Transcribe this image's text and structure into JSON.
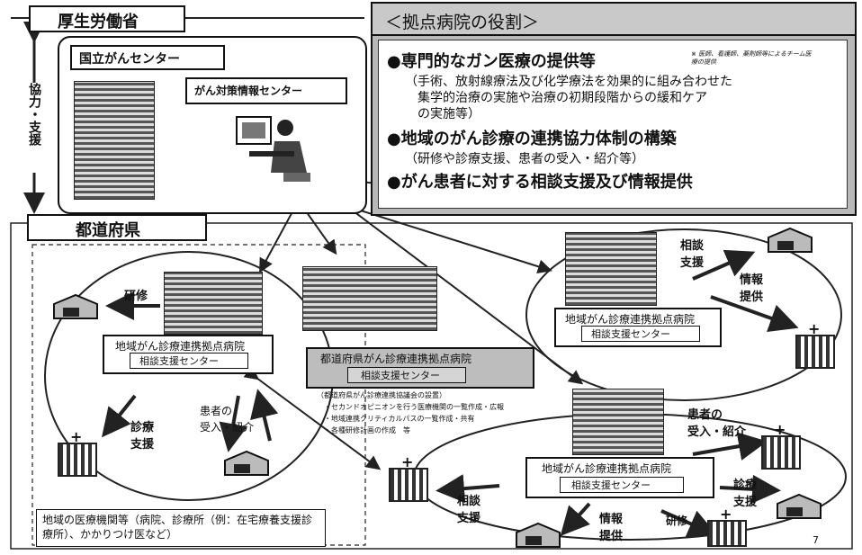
{
  "top": {
    "ministry": "厚生労働省",
    "cooperation": "協力・支援",
    "national_center": "国立がんセンター",
    "info_center": "がん対策情報センター",
    "prefecture": "都道府県"
  },
  "roles": {
    "title": "＜拠点病院の役割＞",
    "item1": "●専門的なガン医療の提供等",
    "item1_note": "※ 医師、看護師、薬剤師等によるチーム医療の提供",
    "item1_detail_1": "（手術、放射線療法及び化学療法を効果的に組み合わせた",
    "item1_detail_2": "集学的治療の実施や治療の初期段階からの緩和ケア",
    "item1_detail_3": "の実施等）",
    "item2": "●地域のがん診療の連携協力体制の構築",
    "item2_detail": "（研修や診療支援、患者の受入・紹介等）",
    "item3": "●がん患者に対する相談支援及び情報提供"
  },
  "left": {
    "training": "研修",
    "hospital": "地域がん診療連携拠点病院",
    "consult_center": "相談支援センター",
    "medical_support_1": "診療",
    "medical_support_2": "支援",
    "patient_1": "患者の",
    "patient_2": "受入・紹介",
    "local_institutions": "地域の医療機関等（病院、診療所（例：在宅療養支援診療所）、かかりつけ医など）"
  },
  "prefectural": {
    "hospital": "都道府県がん診療連携拠点病院",
    "consult_center": "相談支援センター",
    "council": "（都道府県がん診療連携協議会の設置）",
    "bullet1": "・セカンドオピニオンを行う医療機関の一覧作成・広報",
    "bullet2": "・地域連携クリティカルパスの一覧作成・共有",
    "bullet3": "・各種研修計画の作成　等"
  },
  "right_top": {
    "consult_1": "相談",
    "consult_2": "支援",
    "info_1": "情報",
    "info_2": "提供",
    "hospital": "地域がん診療連携拠点病院",
    "consult_center": "相談支援センター"
  },
  "right_bottom": {
    "patient_1": "患者の",
    "patient_2": "受入・紹介",
    "hospital": "地域がん診療連携拠点病院",
    "consult_center": "相談支援センター",
    "consult_1": "相談",
    "consult_2": "支援",
    "info_1": "情報",
    "info_2": "提供",
    "training": "研修",
    "medical_1": "診療",
    "medical_2": "支援"
  },
  "page_number": "7"
}
